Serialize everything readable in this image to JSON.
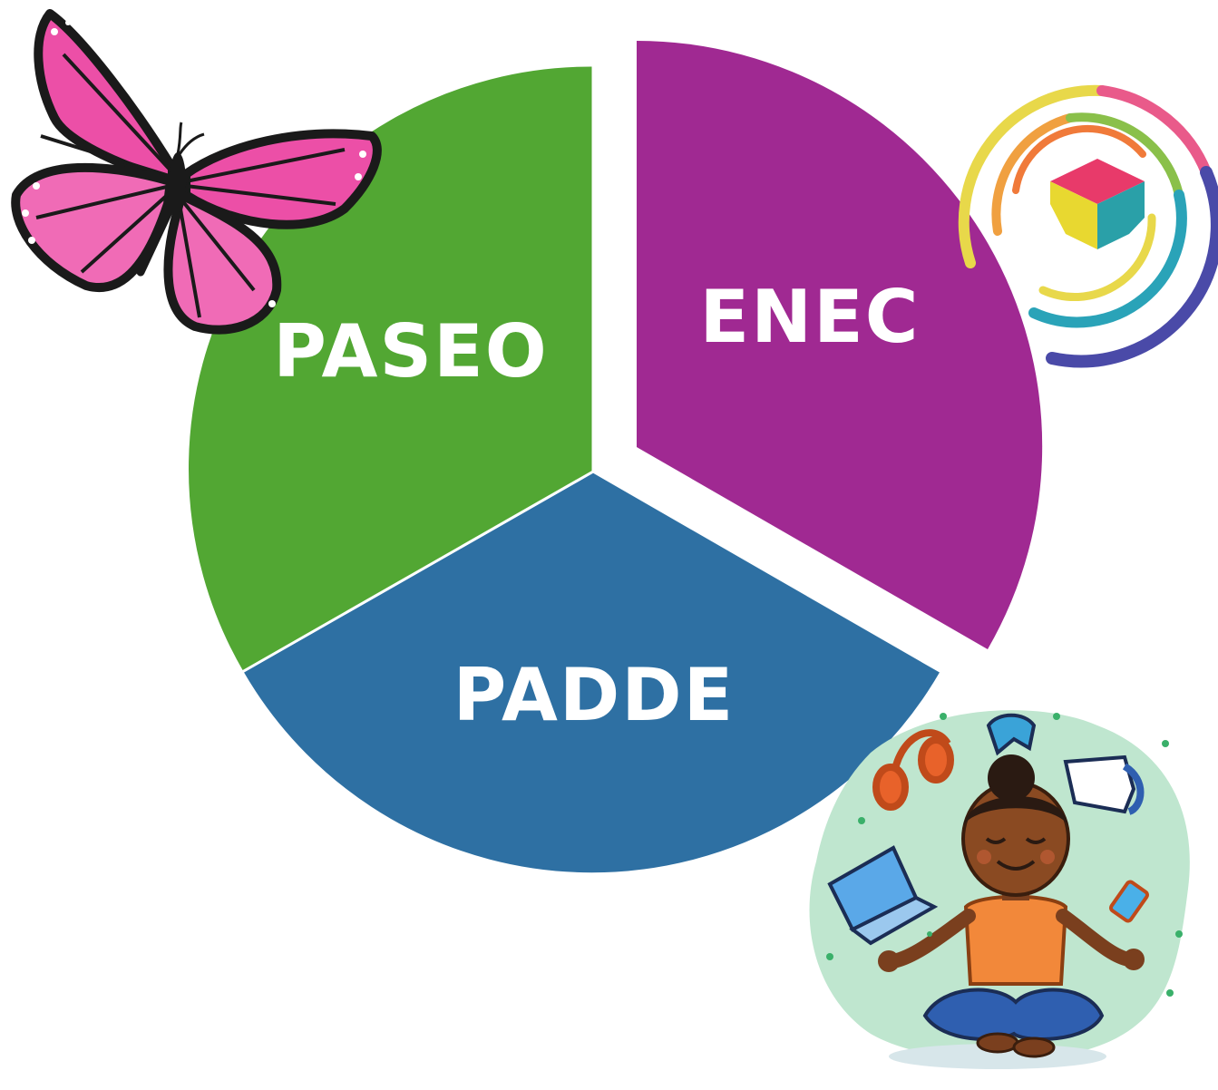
{
  "diagram": {
    "segments": [
      {
        "id": "paseo",
        "label": "PASEO",
        "color": "#52a733"
      },
      {
        "id": "enec",
        "label": "ENEC",
        "color": "#a02992"
      },
      {
        "id": "padde",
        "label": "PADDE",
        "color": "#2e70a3"
      }
    ]
  },
  "decorations": {
    "butterfly": "butterfly-illustration",
    "swirl_logo": "rainbow-swirl-cube-logo",
    "meditation": "meditating-child-with-devices-illustration"
  }
}
